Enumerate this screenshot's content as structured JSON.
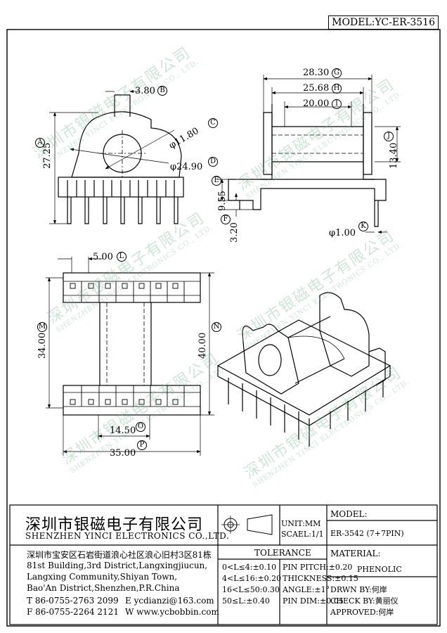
{
  "header": {
    "model": "MODEL:YC-ER-3516"
  },
  "watermarks": [
    {
      "cn": "深圳市银磁电子有限公司",
      "en": "SHENZHEN YINCI ELECTRONICS CO., LTD."
    },
    {
      "cn": "深圳市银磁电子有限公司",
      "en": "SHENZHEN YINCI ELECTRONICS CO., LTD."
    },
    {
      "cn": "深圳市银磁电子有限公司",
      "en": "SHENZHEN YINCI ELECTRONICS CO., LTD."
    },
    {
      "cn": "深圳市银磁电子有限公司",
      "en": "SHENZHEN YINCI ELECTRONICS CO., LTD."
    },
    {
      "cn": "深圳市银磁电子有限公司",
      "en": "SHENZHEN YINCI ELECTRONICS CO., LTD."
    },
    {
      "cn": "深圳市银磁电子有限公司",
      "en": "SHENZHEN YINCI ELECTRONICS CO., LTD."
    }
  ],
  "dims": {
    "A": {
      "letter": "A",
      "value": "27.25"
    },
    "B": {
      "letter": "B",
      "value": "3.80"
    },
    "C": {
      "letter": "C",
      "value": "φ11.80"
    },
    "D": {
      "letter": "D",
      "value": "φ24.90"
    },
    "E": {
      "letter": "E",
      "value": "9.55"
    },
    "F": {
      "letter": "F",
      "value": "3.20"
    },
    "G": {
      "letter": "G",
      "value": "28.30"
    },
    "H": {
      "letter": "H",
      "value": "25.68"
    },
    "I": {
      "letter": "I",
      "value": "20.00"
    },
    "J": {
      "letter": "J",
      "value": "13.40"
    },
    "K": {
      "letter": "K",
      "value": "φ1.00"
    },
    "L": {
      "letter": "L",
      "value": "5.00"
    },
    "M": {
      "letter": "M",
      "value": "34.00"
    },
    "N": {
      "letter": "N",
      "value": "40.00"
    },
    "O": {
      "letter": "O",
      "value": "14.50"
    },
    "P": {
      "letter": "P",
      "value": "35.00"
    }
  },
  "title_block": {
    "company_cn": "深圳市银磁电子有限公司",
    "company_en": "SHENZHEN YINCI ELECTRONICS CO.,LTD.",
    "address": [
      "深圳市宝安区石岩街道浪心社区浪心旧村3区81栋",
      "81st Building,3rd District,Langxingjiucun,",
      "Langxing Community,Shiyan Town,",
      "Bao'An District,Shenzhen,P.R.China"
    ],
    "tel": "T 86-0755-2763 2099",
    "fax": "F 86-0755-2264 2121",
    "email": "E ycdianzi@163.com",
    "web": "W www.ycbobbin.com",
    "unit": "UNIT:MM",
    "scale": "SCAEL:1/1",
    "model_label": "MODEL:",
    "model_value": "ER-3542 (7+7PIN)",
    "tolerance_title": "TOLERANCE",
    "tolerances": [
      "0<L≤4:±0.10",
      "4<L≤16:±0.20",
      "16<L≤50:0.30",
      "50≤L:±0.40"
    ],
    "pin_specs": [
      "PIN PITCH:±0.20",
      "THICKNESS:±0.15",
      "ANGLE:±1°",
      "PIN DIM:±0.05"
    ],
    "material_label": "MATERIAL:",
    "material_value": "PHENOLIC",
    "drawn": "DRWN BY:何岸",
    "check": "CHECK BY:黄丽仪",
    "approved": "APPROVED:何岸"
  }
}
